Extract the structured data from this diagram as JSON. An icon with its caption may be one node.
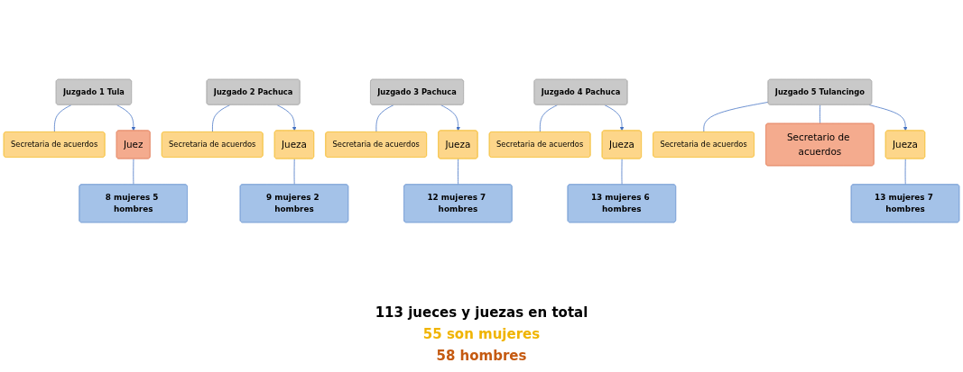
{
  "diagram": {
    "nodes": [
      {
        "text": [
          "Juzgado 1 Tula"
        ]
      },
      {
        "text": [
          "Secretaria de acuerdos"
        ]
      },
      {
        "text": [
          "Juez"
        ]
      },
      {
        "text": [
          "8 mujeres 5 hombres"
        ]
      },
      {
        "text": [
          "Juzgado 2 Pachuca"
        ]
      },
      {
        "text": [
          "Secretaria de acuerdos"
        ]
      },
      {
        "text": [
          "Jueza"
        ]
      },
      {
        "text": [
          "9 mujeres 2 hombres"
        ]
      },
      {
        "text": [
          "Juzgado 3 Pachuca"
        ]
      },
      {
        "text": [
          "Secretaria de acuerdos"
        ]
      },
      {
        "text": [
          "Jueza"
        ]
      },
      {
        "text": [
          "12 mujeres 7 hombres"
        ]
      },
      {
        "text": [
          "Juzgado 4 Pachuca"
        ]
      },
      {
        "text": [
          "Secretaria de acuerdos"
        ]
      },
      {
        "text": [
          "Jueza"
        ]
      },
      {
        "text": [
          "13 mujeres 6 hombres"
        ]
      },
      {
        "text": [
          "Juzgado 5 Tulancingo"
        ]
      },
      {
        "text": [
          "Secretaria de acuerdos"
        ]
      },
      {
        "text": [
          "Secretario de acuerdos"
        ]
      },
      {
        "text": [
          "Jueza"
        ]
      },
      {
        "text": [
          "13 mujeres 7 hombres"
        ]
      }
    ],
    "edges": [
      {
        "from": 0,
        "to": 1,
        "arrow": "none"
      },
      {
        "from": 0,
        "to": 2,
        "arrow": "to"
      },
      {
        "from": 2,
        "to": 3,
        "arrow": "none"
      },
      {
        "from": 4,
        "to": 5,
        "arrow": "none"
      },
      {
        "from": 4,
        "to": 6,
        "arrow": "to"
      },
      {
        "from": 6,
        "to": 7,
        "arrow": "none"
      },
      {
        "from": 8,
        "to": 9,
        "arrow": "none"
      },
      {
        "from": 8,
        "to": 10,
        "arrow": "to"
      },
      {
        "from": 10,
        "to": 11,
        "arrow": "none"
      },
      {
        "from": 12,
        "to": 13,
        "arrow": "none"
      },
      {
        "from": 12,
        "to": 14,
        "arrow": "to"
      },
      {
        "from": 14,
        "to": 15,
        "arrow": "none"
      },
      {
        "from": 16,
        "to": 17,
        "arrow": "none"
      },
      {
        "from": 16,
        "to": 18,
        "arrow": "none"
      },
      {
        "from": 16,
        "to": 19,
        "arrow": "to"
      },
      {
        "from": 19,
        "to": 20,
        "arrow": "none"
      }
    ],
    "labels": [
      "113 jueces y juezas en total",
      "55 son mujeres",
      "58 hombres"
    ]
  }
}
